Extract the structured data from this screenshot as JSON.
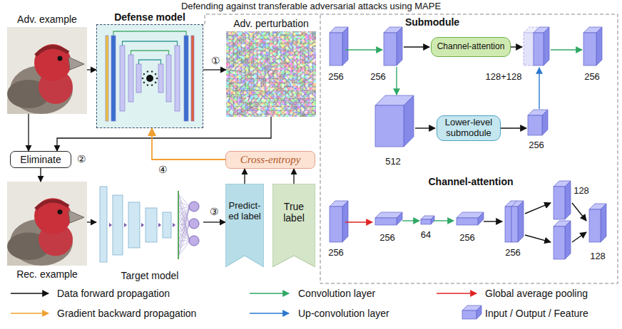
{
  "diagram": {
    "title": "Defending against transferable adversarial attacks using MAPE",
    "nodes": [
      {
        "text": [
          "Adv. example"
        ]
      },
      {
        "text": [
          "Defense model"
        ]
      },
      {
        "text": [
          "Adv. perturbation"
        ]
      },
      {
        "text": [
          "Eliminate"
        ]
      },
      {
        "text": [
          "Rec. example"
        ]
      },
      {
        "text": [
          "Target model"
        ]
      },
      {
        "text": [
          "Cross-entropy"
        ]
      },
      {
        "text": [
          "Predict- ed label"
        ]
      },
      {
        "text": [
          "True label"
        ]
      },
      {
        "text": [
          "Channel-attention"
        ]
      },
      {
        "text": [
          "Lower-level submodule"
        ]
      }
    ],
    "edges": [
      {
        "from": 0,
        "to": 1,
        "arrow": "to"
      },
      {
        "from": 1,
        "to": 2,
        "label": "①",
        "arrow": "to"
      },
      {
        "from": 0,
        "to": 3,
        "arrow": "to"
      },
      {
        "from": 2,
        "to": 3,
        "arrow": "to"
      },
      {
        "from": 3,
        "to": 4,
        "arrow": "to"
      },
      {
        "from": 4,
        "to": 5,
        "arrow": "to"
      },
      {
        "from": 5,
        "to": 7,
        "label": "③",
        "arrow": "to"
      },
      {
        "from": 7,
        "to": 6,
        "arrow": "to"
      },
      {
        "from": 8,
        "to": 6,
        "arrow": "to"
      },
      {
        "from": 6,
        "to": 1,
        "label": "④",
        "arrow": "to"
      }
    ],
    "labels": [
      "Submodule",
      "256",
      "256",
      "128+128",
      "256",
      "512",
      "256",
      "Channel-attention",
      "256",
      "256",
      "64",
      "256",
      "128",
      "256",
      "128",
      "②"
    ],
    "legend": [
      {
        "text": "Data forward propagation"
      },
      {
        "text": "Convolution layer"
      },
      {
        "text": "Global average pooling"
      },
      {
        "text": "Gradient backward propagation"
      },
      {
        "text": "Up-convolution layer"
      },
      {
        "text": "Input / Output / Feature"
      }
    ]
  }
}
